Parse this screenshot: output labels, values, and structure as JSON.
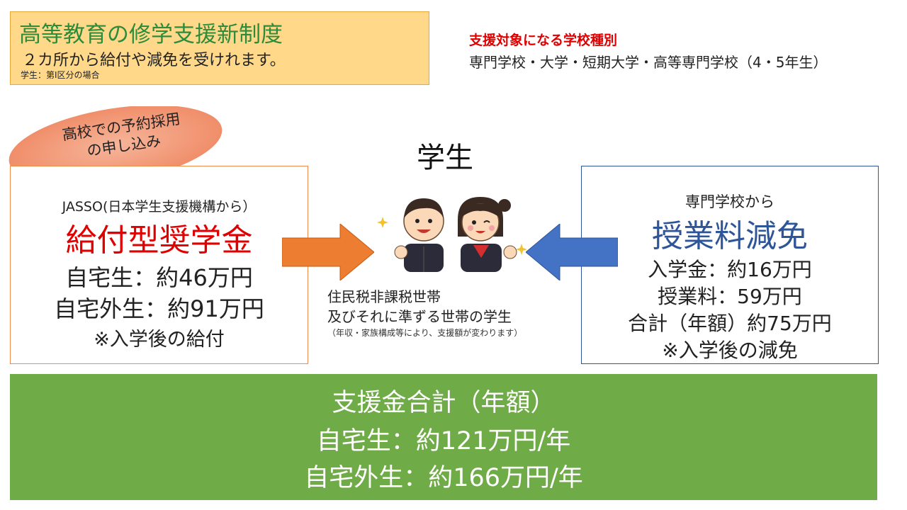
{
  "header": {
    "title": "高等教育の修学支援新制度",
    "subtitle": "２カ所から給付や減免を受けれます。",
    "note": "学生：第Ⅰ区分の場合"
  },
  "target_schools": {
    "label": "支援対象になる学校種別",
    "value": "専門学校・大学・短期大学・高等専門学校（4・5年生）"
  },
  "reservation_bubble": {
    "line1": "高校での予約採用",
    "line2": "の申し込み"
  },
  "student": {
    "title": "学生",
    "desc1": "住民税非課税世帯",
    "desc2": "及びそれに準ずる世帯の学生",
    "note": "（年収・家族構成等により、支援額が変わります）"
  },
  "scholarship": {
    "source": "JASSO(日本学生支援機構から）",
    "title": "給付型奨学金",
    "line1": "自宅生：約46万円",
    "line2": "自宅外生：約91万円",
    "note": "※入学後の給付"
  },
  "tuition_reduction": {
    "source": "専門学校から",
    "title": "授業料減免",
    "line1": "入学金：約16万円",
    "line2": "授業料：59万円",
    "line3": "合計（年額）約75万円",
    "note": "※入学後の減免"
  },
  "total": {
    "title": "支援金合計（年額）",
    "line1": "自宅生：約121万円/年",
    "line2": "自宅外生：約166万円/年"
  },
  "colors": {
    "title_box": "#ffd88a",
    "title_text": "#2e8b3a",
    "accent_red": "#e00000",
    "accent_blue": "#2e5597",
    "arrow_orange": "#ed7d31",
    "arrow_blue": "#4472c4",
    "bottom_bar": "#6fab46"
  },
  "icons": [
    "student-boy-icon",
    "student-girl-icon",
    "sparkle-icon"
  ]
}
